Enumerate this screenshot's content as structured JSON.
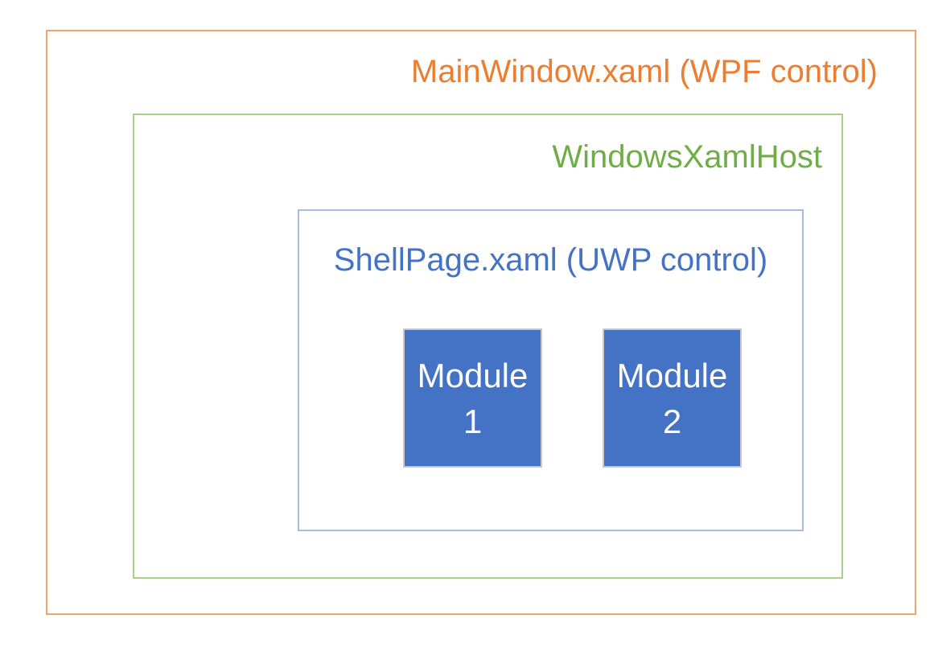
{
  "diagram": {
    "outer_box": {
      "label": "MainWindow.xaml (WPF control)",
      "text_color": "#ED7D31",
      "border_color": "#F2A46F"
    },
    "host_box": {
      "label": "WindowsXamlHost",
      "text_color": "#70AD47",
      "border_color": "#A9D18E"
    },
    "shell_box": {
      "label": "ShellPage.xaml (UWP control)",
      "text_color": "#4472C4",
      "border_color": "#A6BCE0"
    },
    "modules": [
      {
        "line1": "Module",
        "line2": "1",
        "fill_color": "#4472C4",
        "text_color": "#FFFFFF",
        "border_color": "#C9C9C9"
      },
      {
        "line1": "Module",
        "line2": "2",
        "fill_color": "#4472C4",
        "text_color": "#FFFFFF",
        "border_color": "#C9C9C9"
      }
    ]
  }
}
